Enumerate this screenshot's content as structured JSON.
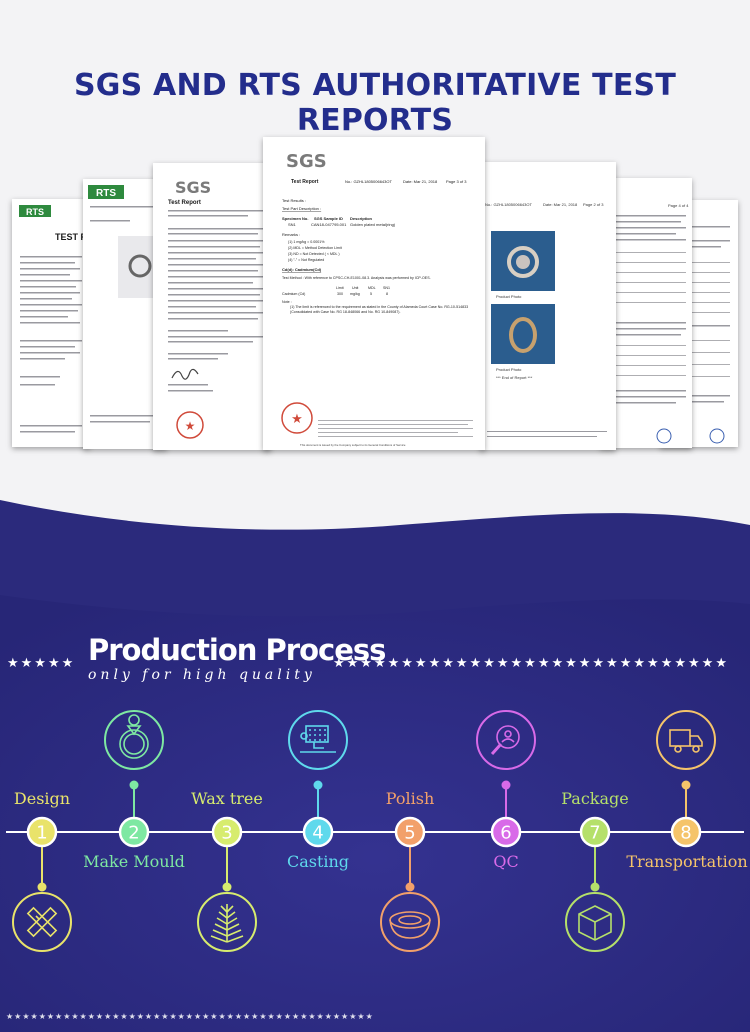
{
  "header": {
    "title": "SGS AND RTS AUTHORITATIVE TEST REPORTS"
  },
  "docs": {
    "rts_logo": "RTS",
    "sgs_logo": "SGS",
    "doc1_title": "TEST R",
    "doc3_title": "Test Report",
    "center_title": "Test Report",
    "center_no": "No.: GZHL1805006643OT",
    "center_date": "Date: Mar 21, 2018",
    "center_page": "Page 3 of 3",
    "center_results": "Test Results :",
    "center_part": "Test Part Description :",
    "center_spec_no": "Specimen No.",
    "center_spec_id": "SGS Sample ID",
    "center_desc": "Description",
    "center_sn1": "SN1",
    "center_id1": "CAN18-047795.001",
    "center_desc1": "Golden plated metal(ring)",
    "center_remarks": "Remarks :",
    "center_r1": "(1) 1 mg/kg = 0.0001%",
    "center_r2": "(2) MDL = Method Detection Limit",
    "center_r3": "(3) ND = Not Detected ( < MDL )",
    "center_r4": "(4) \"-\" = Not Regulated",
    "center_cd": "Cd(d): Cadmium(Cd)",
    "center_method": "Test Method :  With reference to CPSC-CH-E1001-08.3. Analysis was performed by ICP-OES.",
    "center_col_limit": "Limit",
    "center_col_unit": "Unit",
    "center_col_mdl": "MDL",
    "center_col_sn1": "SN1",
    "center_row_name": "Cadmium (Cd)",
    "center_row_limit": "300",
    "center_row_unit": "mg/kg",
    "center_row_mdl": "5",
    "center_row_val": "8",
    "center_note": "Note :",
    "center_note1": "(1) The limit is referenced to the requirement as stated in the County of Alameda Court Case No. RG-10-514833 (Consolidated with Case No. RG 18-848066 and No. RG 10-849087).",
    "center_footer": "This document is issued by the Company subject to its General Conditions of Service",
    "doc5_no": "No.: GZHL1805006643OT",
    "doc5_date": "Date: Mar 21, 2018",
    "doc5_page": "Page 2 of 3",
    "doc5_cap1": "Product Photo",
    "doc5_cap2": "Product Photo",
    "doc5_end": "*** End of Report ***",
    "doc6_page": "Page 4 of 4"
  },
  "production": {
    "stars_left": "★★★★★",
    "stars_right": "★★★★★★★★★★★★★★★★★★★★★★★★★★★★★",
    "stars_bottom": "★★★★★★★★★★★★★★★★★★★★★★★★★★★★★★★★★★★★★★★★★★★★★",
    "title": "Production Process",
    "subtitle": "only for high quality",
    "steps": [
      {
        "num": "1",
        "label": "Design",
        "color": "#e9e36a"
      },
      {
        "num": "2",
        "label": "Make Mould",
        "color": "#7ee8a2"
      },
      {
        "num": "3",
        "label": "Wax tree",
        "color": "#d7ec6e"
      },
      {
        "num": "4",
        "label": "Casting",
        "color": "#5fd9ec"
      },
      {
        "num": "5",
        "label": "Polish",
        "color": "#f2a06a"
      },
      {
        "num": "6",
        "label": "QC",
        "color": "#d86ae8"
      },
      {
        "num": "7",
        "label": "Package",
        "color": "#b5e06a"
      },
      {
        "num": "8",
        "label": "Transportation",
        "color": "#f5c46a"
      }
    ]
  }
}
